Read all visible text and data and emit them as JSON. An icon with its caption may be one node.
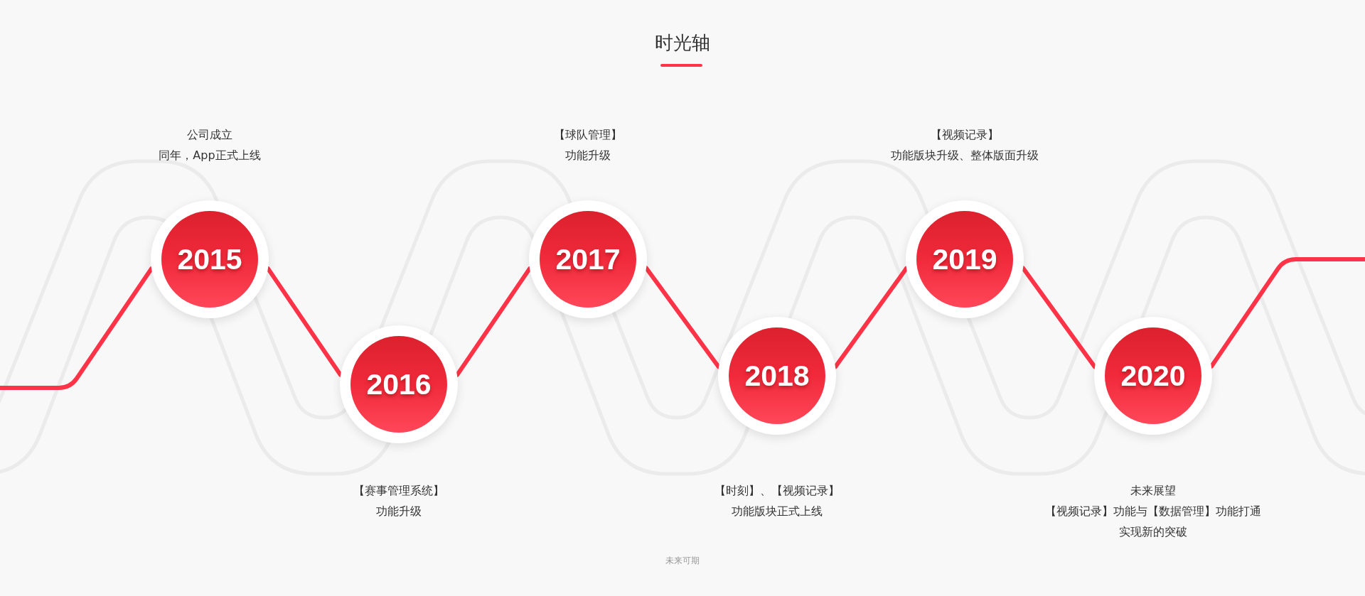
{
  "diagram": {
    "title": "时光轴",
    "nodes": [
      {
        "text": [
          "2015"
        ],
        "beside": [
          "公司成立",
          "同年，App正式上线"
        ]
      },
      {
        "text": [
          "2016"
        ],
        "beside": [
          "【赛事管理系统】",
          "功能升级"
        ]
      },
      {
        "text": [
          "2017"
        ],
        "beside": [
          "【球队管理】",
          "功能升级"
        ]
      },
      {
        "text": [
          "2018"
        ],
        "beside": [
          "【时刻】、【视频记录】",
          "功能版块正式上线"
        ]
      },
      {
        "text": [
          "2019"
        ],
        "beside": [
          "【视频记录】",
          "功能版块升级、整体版面升级"
        ]
      },
      {
        "text": [
          "2020"
        ],
        "beside": [
          "未来展望",
          "【视频记录】功能与【数据管理】功能打通",
          "实现新的突破"
        ]
      }
    ],
    "edges": [
      {
        "from": null,
        "to": 0,
        "arrow": "none"
      },
      {
        "from": 0,
        "to": 1,
        "arrow": "none"
      },
      {
        "from": 1,
        "to": 2,
        "arrow": "none"
      },
      {
        "from": 2,
        "to": 3,
        "arrow": "none"
      },
      {
        "from": 3,
        "to": 4,
        "arrow": "none"
      },
      {
        "from": 4,
        "to": 5,
        "arrow": "none"
      },
      {
        "from": 5,
        "to": null,
        "arrow": "none"
      }
    ],
    "labels": [
      "未来可期"
    ]
  }
}
